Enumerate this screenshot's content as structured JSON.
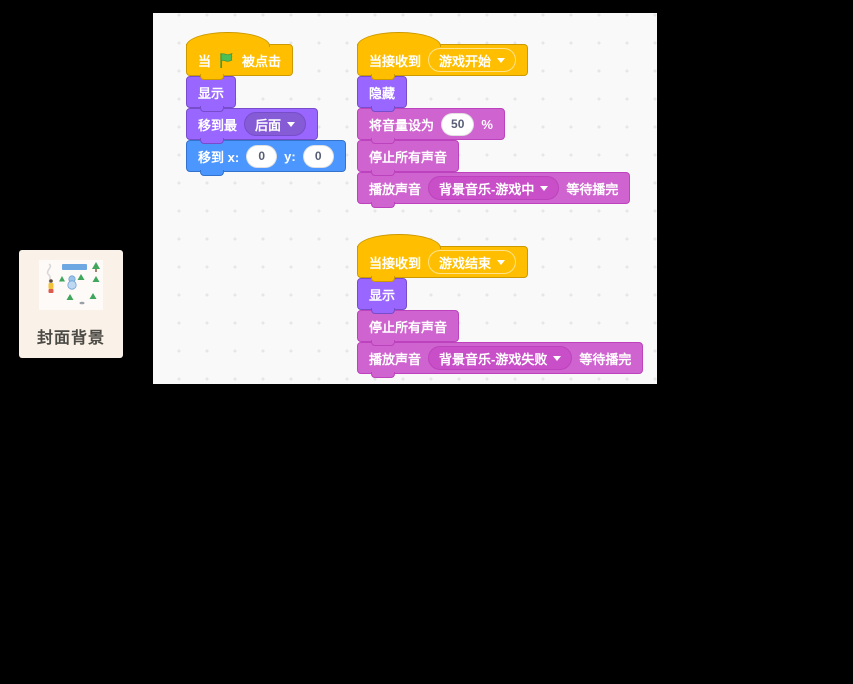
{
  "sprite_card": {
    "label": "封面背景"
  },
  "stacks": {
    "flag": {
      "hat": {
        "prefix": "当",
        "icon": "green-flag-icon",
        "suffix": "被点击"
      },
      "show": "显示",
      "layer": {
        "label": "移到最",
        "value": "后面"
      },
      "goto": {
        "label": "移到 x:",
        "x": "0",
        "y_label": "y:",
        "y": "0"
      }
    },
    "game_start": {
      "hat": {
        "label": "当接收到",
        "value": "游戏开始"
      },
      "hide": "隐藏",
      "volume": {
        "label": "将音量设为",
        "value": "50",
        "unit": "%"
      },
      "stop": "停止所有声音",
      "play": {
        "label": "播放声音",
        "value": "背景音乐-游戏中",
        "suffix": "等待播完"
      }
    },
    "game_end": {
      "hat": {
        "label": "当接收到",
        "value": "游戏结束"
      },
      "show": "显示",
      "stop": "停止所有声音",
      "play": {
        "label": "播放声音",
        "value": "背景音乐-游戏失败",
        "suffix": "等待播完"
      }
    }
  },
  "colors": {
    "events_block": "#FFBF00",
    "looks_block": "#9966FF",
    "looks_dropdown": "#855CD6",
    "motion_block": "#4C97FF",
    "sound_block": "#CF63CF",
    "sound_dropdown": "#C94FC9",
    "flag_green": "#4CBF56",
    "workspace_bg": "#F9F9F9",
    "card_bg": "#FAF1E8",
    "page_bg": "#000000"
  }
}
